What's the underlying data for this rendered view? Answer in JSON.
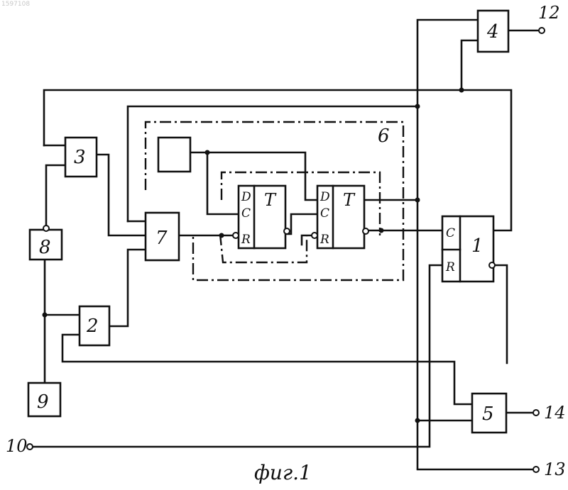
{
  "patent_number": "1597108",
  "caption": "фиг.1",
  "blocks": {
    "b1": "1",
    "b2": "2",
    "b3": "3",
    "b4": "4",
    "b5": "5",
    "b6": "6",
    "b7": "7",
    "b8": "8",
    "b9": "9"
  },
  "pins": {
    "d": "D",
    "c": "C",
    "r": "R",
    "t": "T"
  },
  "terminals": {
    "t10": "10",
    "t12": "12",
    "t13": "13",
    "t14": "14"
  }
}
